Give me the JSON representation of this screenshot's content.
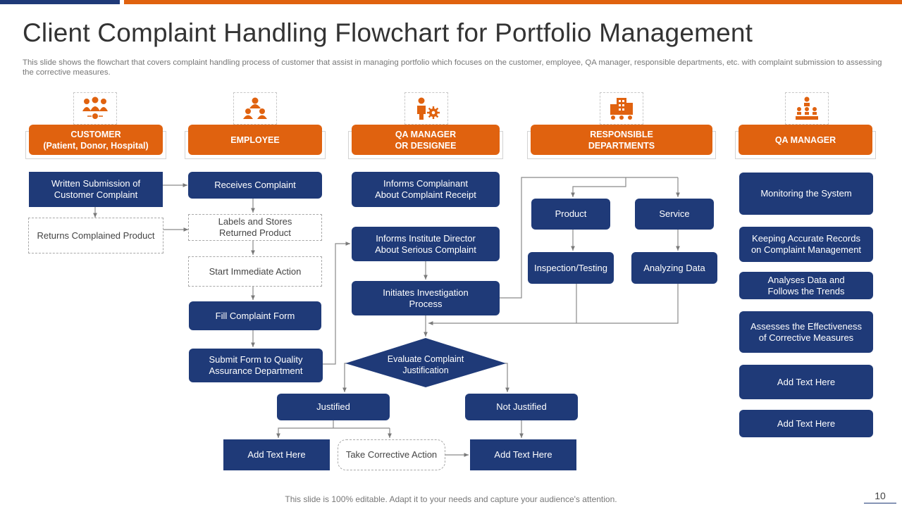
{
  "slide": {
    "title": "Client Complaint Handling Flowchart for Portfolio Management",
    "subtitle": "This slide shows the flowchart that covers complaint handling process of customer that assist in managing portfolio which focuses on the customer, employee, QA manager, responsible departments, etc. with complaint submission to assessing the corrective measures.",
    "footer_note": "This slide is 100% editable. Adapt it to your needs and capture your audience's attention.",
    "page_number": "10"
  },
  "colors": {
    "primary_blue": "#1f3a78",
    "accent_orange": "#e0620f",
    "white": "#ffffff"
  },
  "columns": [
    {
      "label": "CUSTOMER\n(Patient, Donor, Hospital)",
      "icon": "customers-group-icon"
    },
    {
      "label": "EMPLOYEE",
      "icon": "employee-team-icon"
    },
    {
      "label": "QA MANAGER\nOR DESIGNEE",
      "icon": "manager-gear-icon"
    },
    {
      "label": "RESPONSIBLE\nDEPARTMENTS",
      "icon": "building-departments-icon"
    },
    {
      "label": "QA MANAGER",
      "icon": "manager-team-icon"
    }
  ],
  "customer": {
    "written_submission": "Written Submission of\nCustomer Complaint",
    "returns_product": "Returns Complained Product"
  },
  "employee": {
    "receives": "Receives Complaint",
    "labels_stores": "Labels and Stores\nReturned Product",
    "start_action": "Start Immediate Action",
    "fill_form": "Fill Complaint Form",
    "submit_form": "Submit Form to Quality\nAssurance Department"
  },
  "qa_designee": {
    "informs_receipt": "Informs Complainant\nAbout Complaint Receipt",
    "informs_director": "Informs Institute Director\nAbout Serious Complaint",
    "initiates": "Initiates Investigation\nProcess",
    "evaluate": "Evaluate Complaint\nJustification"
  },
  "departments": {
    "product": "Product",
    "service": "Service",
    "inspection": "Inspection/Testing",
    "analyzing": "Analyzing Data"
  },
  "outcomes": {
    "justified": "Justified",
    "not_justified": "Not Justified",
    "add_text_left": "Add Text Here",
    "corrective": "Take Corrective Action",
    "add_text_right": "Add Text Here"
  },
  "qa_manager": {
    "items": [
      "Monitoring the System",
      "Keeping Accurate Records\non Complaint Management",
      "Analyses Data and\nFollows the Trends",
      "Assesses the Effectiveness\nof Corrective Measures",
      "Add Text Here",
      "Add Text Here"
    ]
  }
}
